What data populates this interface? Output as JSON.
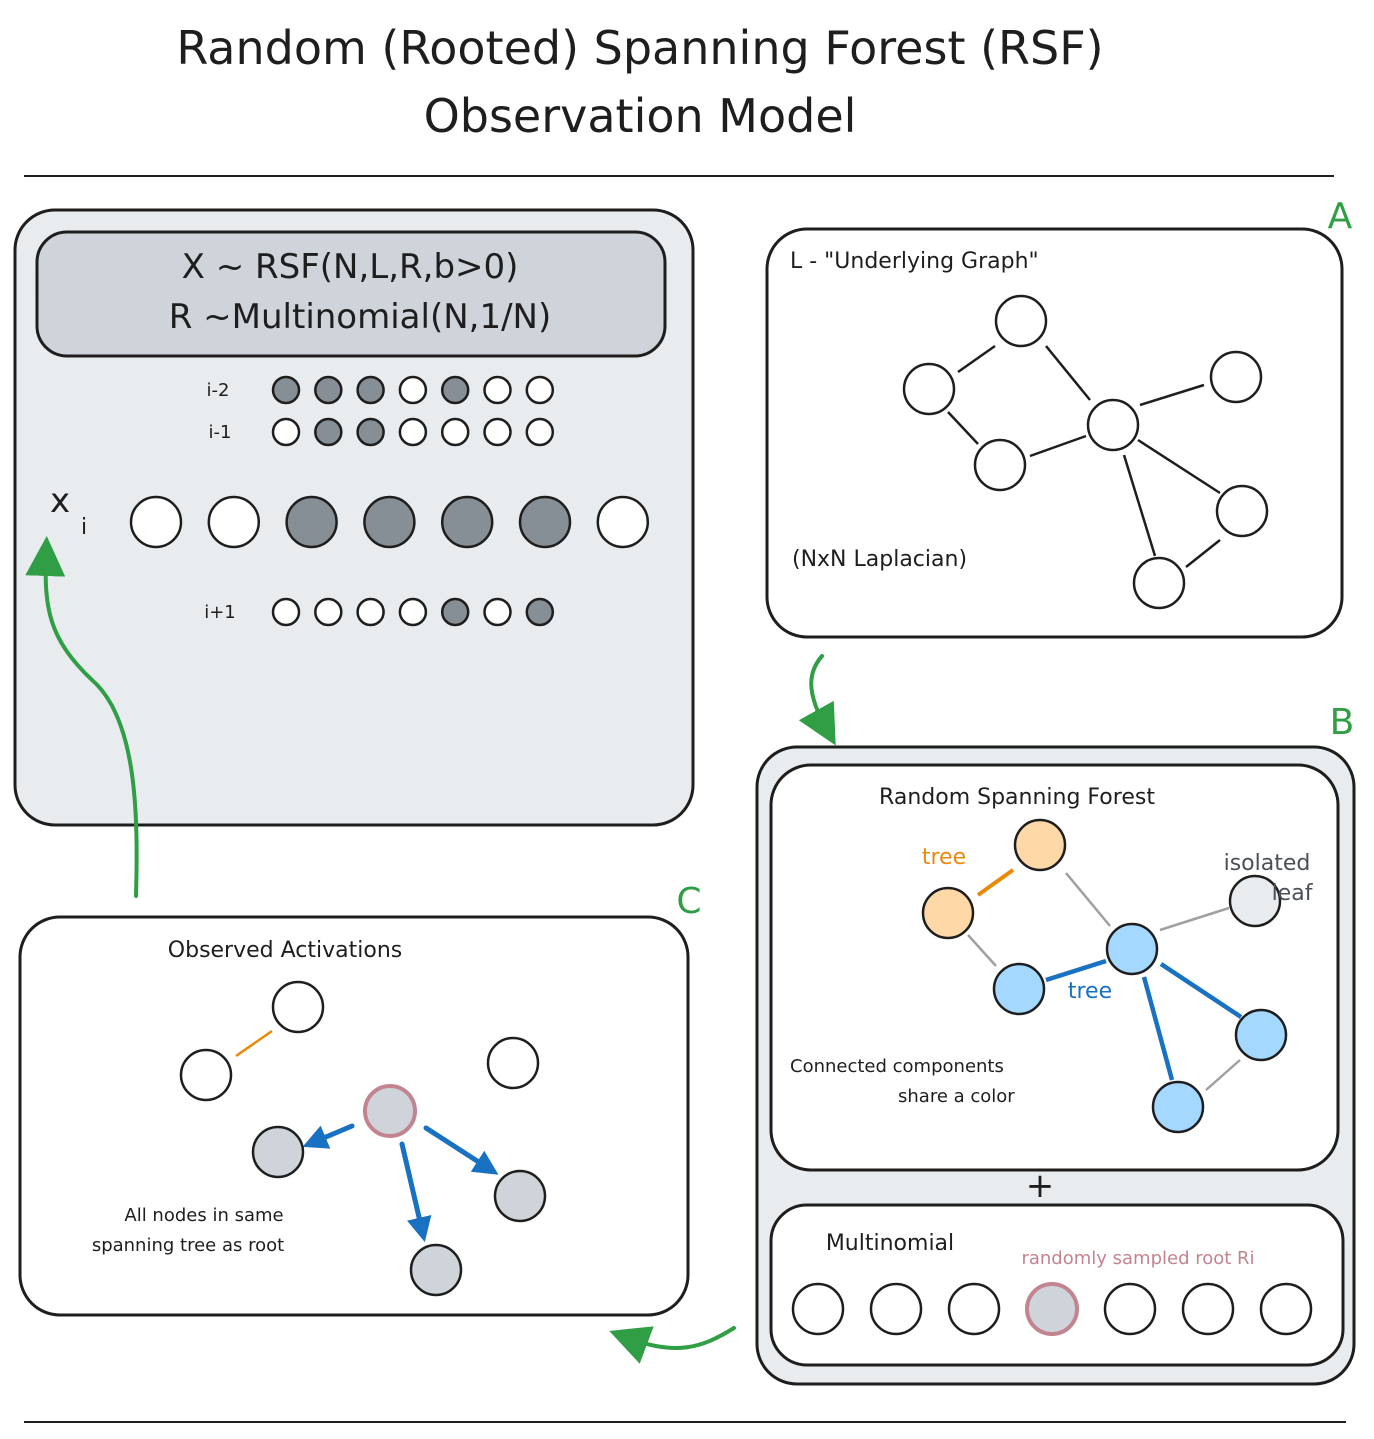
{
  "title": {
    "line1": "Random (Rooted) Spanning Forest (RSF)",
    "line2": "Observation Model"
  },
  "formula_panel": {
    "line1": "X ~ RSF(N,L,R,b>0)",
    "line2": "R ~Multinomial(N,1/N)",
    "rows": [
      {
        "label": "i-2",
        "states": [
          1,
          1,
          1,
          0,
          1,
          0,
          0
        ]
      },
      {
        "label": "i-1",
        "states": [
          0,
          1,
          1,
          0,
          0,
          0,
          0
        ]
      },
      {
        "label": "x",
        "subscript": "i",
        "states": [
          0,
          0,
          1,
          1,
          1,
          1,
          0
        ]
      },
      {
        "label": "i+1",
        "states": [
          0,
          0,
          0,
          0,
          1,
          0,
          1
        ]
      }
    ]
  },
  "panel_a": {
    "letter": "A",
    "label": "L - \"Underlying Graph\"",
    "note": "(NxN Laplacian)"
  },
  "panel_b": {
    "letter": "B",
    "forest_title": "Random Spanning Forest",
    "tree_label_orange": "tree",
    "tree_label_blue": "tree",
    "isolated_label_1": "isolated",
    "isolated_label_2": "leaf",
    "components_note_1": "Connected components",
    "components_note_2": "share a color",
    "plus": "+",
    "multinomial_title": "Multinomial",
    "root_label": "randomly sampled root Ri",
    "root_index": 3
  },
  "panel_c": {
    "letter": "C",
    "title": "Observed Activations",
    "note_1": "All nodes in same",
    "note_2": "spanning tree as root"
  },
  "colors": {
    "activated": "#868e96",
    "inactive": "#ffffff",
    "orange_fill": "#ffd8a8",
    "orange_edge": "#e8890c",
    "blue_fill": "#a5d8ff",
    "blue_edge": "#1971c2",
    "grey_fill": "#ced4da",
    "root_stroke": "#c2848f",
    "green": "#2f9e44"
  }
}
